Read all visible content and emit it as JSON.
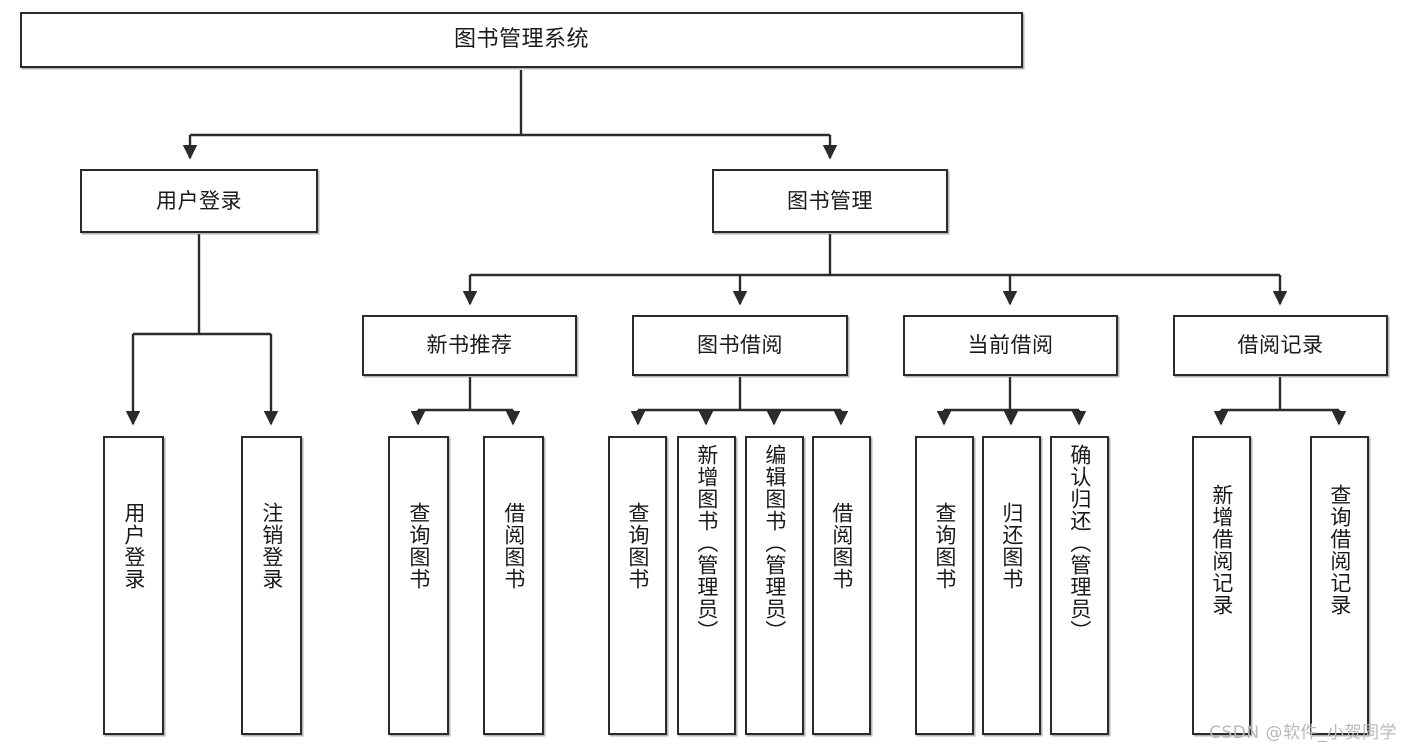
{
  "diagram": {
    "type": "tree-hierarchy-chart",
    "title": "图书管理系统",
    "root": {
      "id": "root",
      "label": "图书管理系统"
    },
    "level2": [
      {
        "id": "user-login",
        "label": "用户登录"
      },
      {
        "id": "book-manage",
        "label": "图书管理"
      }
    ],
    "level3": [
      {
        "id": "new-book-recommend",
        "label": "新书推荐",
        "parent": "book-manage"
      },
      {
        "id": "book-borrow",
        "label": "图书借阅",
        "parent": "book-manage"
      },
      {
        "id": "current-borrow",
        "label": "当前借阅",
        "parent": "book-manage"
      },
      {
        "id": "borrow-record",
        "label": "借阅记录",
        "parent": "book-manage"
      }
    ],
    "leaves": {
      "user_login": [
        {
          "id": "leaf-user-login",
          "label": "用户登录"
        },
        {
          "id": "leaf-logout-login",
          "label": "注销登录"
        }
      ],
      "new_book_recommend": [
        {
          "id": "leaf-query-book-1",
          "label": "查询图书"
        },
        {
          "id": "leaf-borrow-book-1",
          "label": "借阅图书"
        }
      ],
      "book_borrow": [
        {
          "id": "leaf-query-book-2",
          "label": "查询图书"
        },
        {
          "id": "leaf-add-book",
          "label": "新增图书（管理员）"
        },
        {
          "id": "leaf-edit-book",
          "label": "编辑图书（管理员）"
        },
        {
          "id": "leaf-borrow-book-2",
          "label": "借阅图书"
        }
      ],
      "current_borrow": [
        {
          "id": "leaf-query-book-3",
          "label": "查询图书"
        },
        {
          "id": "leaf-return-book",
          "label": "归还图书"
        },
        {
          "id": "leaf-confirm-return",
          "label": "确认归还（管理员）"
        }
      ],
      "borrow_record": [
        {
          "id": "leaf-add-record",
          "label": "新增借阅记录"
        },
        {
          "id": "leaf-query-record",
          "label": "查询借阅记录"
        }
      ]
    },
    "colors": {
      "stroke": "#2b2b2b",
      "fill": "#ffffff",
      "text": "#1a1a1a",
      "watermark": "#b9b9b9"
    }
  },
  "watermark": {
    "text": "CSDN @软件_小贺同学"
  }
}
